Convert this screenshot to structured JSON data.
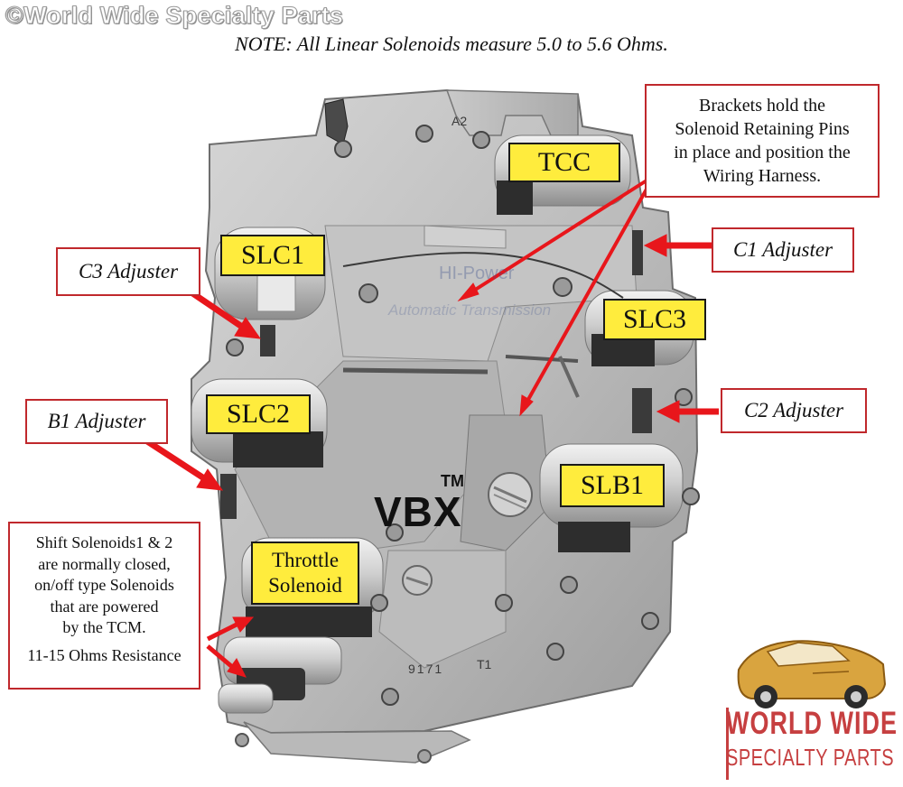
{
  "header": {
    "copyright": "©World Wide Specialty Parts",
    "note": "NOTE:  All Linear Solenoids measure 5.0 to 5.6 Ohms."
  },
  "callouts": {
    "brackets": "Brackets hold the\nSolenoid Retaining Pins\nin place and position the\nWiring Harness.",
    "c1": "C1 Adjuster",
    "c2": "C2 Adjuster",
    "c3": "C3 Adjuster",
    "b1": "B1 Adjuster",
    "shift_desc": "Shift Solenoids1 & 2\nare normally closed,\non/off type Solenoids\nthat are powered\nby the TCM.",
    "shift_ohms": "11-15 Ohms Resistance"
  },
  "solenoid_labels": {
    "tcc": "TCC",
    "slc1": "SLC1",
    "slc3": "SLC3",
    "slc2": "SLC2",
    "slb1": "SLB1",
    "throttle": "Throttle\nSolenoid"
  },
  "part_marks": {
    "vbx": "VBX",
    "tm": "TM",
    "a2": "A2",
    "code": "9171",
    "t1": "T1"
  },
  "watermark": {
    "brand": "HI-Power",
    "sub": "Automatic Transmission"
  },
  "logo": {
    "line1": "WORLD WIDE",
    "line2": "SPECIALTY PARTS"
  },
  "colors": {
    "label_fill": "#ffec3d",
    "arrow": "#e8161b",
    "callout_border": "#c0282c",
    "logo": "#c63f40"
  }
}
